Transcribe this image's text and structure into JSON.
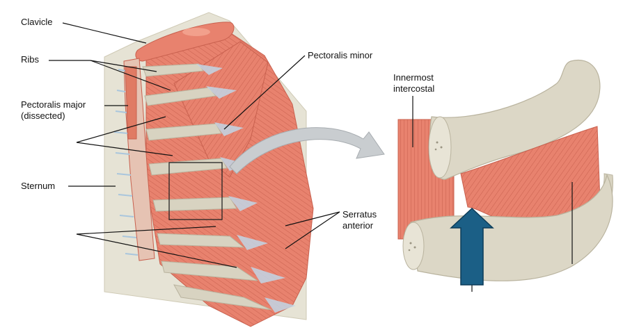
{
  "labels": {
    "clavicle": "Clavicle",
    "ribs": "Ribs",
    "pectoralis_major_line1": "Pectoralis major",
    "pectoralis_major_line2": "(dissected)",
    "sternum": "Sternum",
    "pectoralis_minor": "Pectoralis minor",
    "serratus_line1": "Serratus",
    "serratus_line2": "anterior",
    "innermost_line1": "Innermost",
    "innermost_line2": "intercostal"
  },
  "colors": {
    "muscle": "#e8826e",
    "muscle_dark": "#c8604e",
    "bone": "#dcd7c6",
    "bone_shade": "#c7c1ad",
    "tendon": "#b9cfe0",
    "arrow_blue": "#1b5f86",
    "curved_arrow": "#c9cdd0"
  }
}
